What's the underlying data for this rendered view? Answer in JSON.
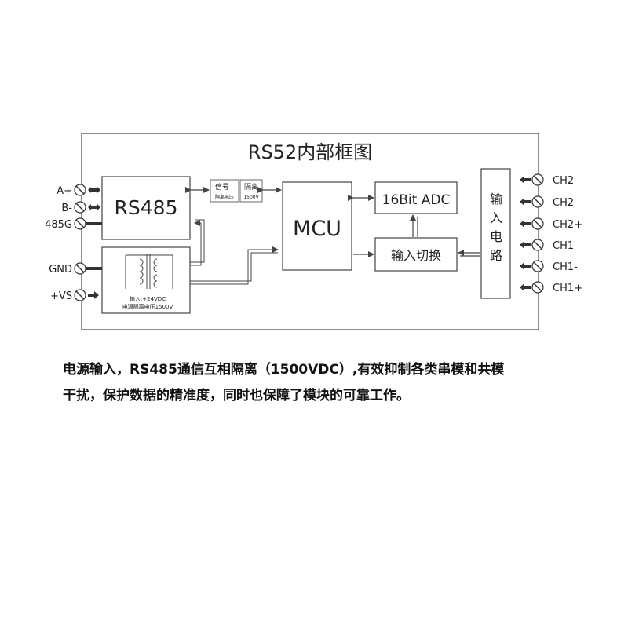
{
  "title": "RS52内部框图",
  "left_terminals": [
    "A+",
    "B-",
    "485G",
    "GND",
    "+VS"
  ],
  "right_terminals": [
    "CH2-",
    "CH2-",
    "CH2+",
    "CH1-",
    "CH1-",
    "CH1+"
  ],
  "blocks": {
    "rs485": "RS485",
    "mcu": "MCU",
    "adc": "16Bit ADC",
    "switch": "输入切换",
    "input_circuit": [
      "输",
      "入",
      "电",
      "路"
    ]
  },
  "isolation": {
    "signal_top": "信号",
    "signal_bottom": "隔离电压",
    "isolation_top": "隔离",
    "isolation_bottom": "1500V"
  },
  "power": {
    "line1": "输入:+24VDC",
    "line2": "电源隔离电压1500V"
  },
  "caption": {
    "line1": "电源输入，RS485通信互相隔离（1500VDC）,有效抑制各类串模和共模",
    "line2": "干扰，保护数据的精准度，同时也保障了模块的可靠工作。"
  }
}
